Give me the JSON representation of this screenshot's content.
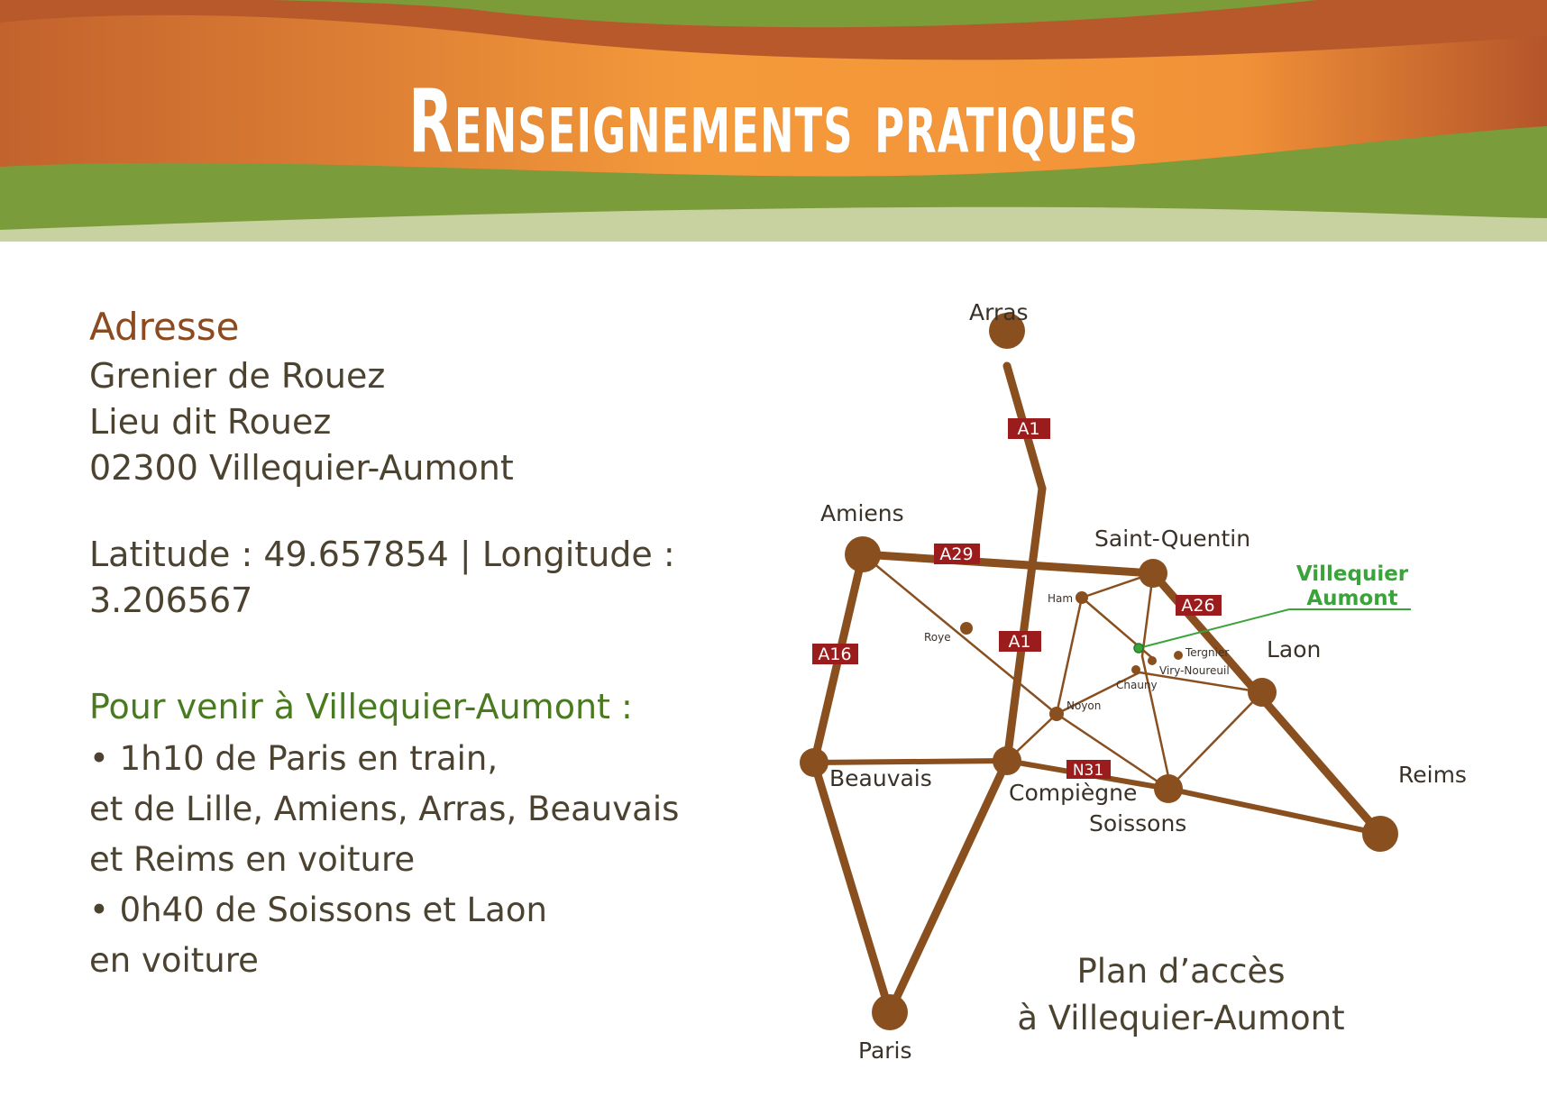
{
  "header": {
    "title": "Renseignements pratiques",
    "colors": {
      "orange": "#f29a3a",
      "dark_orange": "#b5572a",
      "green": "#7e9e3c",
      "light_green": "#c9d2a0"
    }
  },
  "address": {
    "heading": "Adresse",
    "lines": [
      "Grenier de Rouez",
      "Lieu dit Rouez",
      "02300 Villequier-Aumont"
    ]
  },
  "coordinates": {
    "line1": "Latitude : 49.657854 | Longitude :",
    "line2": "3.206567"
  },
  "access": {
    "heading": "Pour venir à Villequier-Aumont :",
    "lines": [
      "• 1h10 de Paris en train,",
      "et de Lille, Amiens, Arras, Beauvais",
      "et Reims en voiture",
      "• 0h40 de Soissons et Laon",
      "en voiture"
    ]
  },
  "map": {
    "caption_line1": "Plan d’accès",
    "caption_line2": "à Villequier-Aumont",
    "road_color": "#8a4f1f",
    "road_label_color": "#9b1c1c",
    "highlight_color": "#3aa33a",
    "cities": [
      {
        "id": "arras",
        "name": "Arras"
      },
      {
        "id": "amiens",
        "name": "Amiens"
      },
      {
        "id": "saint-quentin",
        "name": "Saint-Quentin"
      },
      {
        "id": "laon",
        "name": "Laon"
      },
      {
        "id": "reims",
        "name": "Reims"
      },
      {
        "id": "beauvais",
        "name": "Beauvais"
      },
      {
        "id": "compiegne",
        "name": "Compiègne"
      },
      {
        "id": "soissons",
        "name": "Soissons"
      },
      {
        "id": "paris",
        "name": "Paris"
      }
    ],
    "towns": [
      {
        "id": "ham",
        "name": "Ham"
      },
      {
        "id": "roye",
        "name": "Roye"
      },
      {
        "id": "tergnier",
        "name": "Tergnier"
      },
      {
        "id": "viry-noureuil",
        "name": "Viry-Noureuil"
      },
      {
        "id": "chauny",
        "name": "Chauny"
      },
      {
        "id": "noyon",
        "name": "Noyon"
      }
    ],
    "destination": {
      "line1": "Villequier",
      "line2": "Aumont"
    },
    "road_labels": [
      "A1",
      "A29",
      "A26",
      "A16",
      "A1",
      "N31"
    ]
  }
}
